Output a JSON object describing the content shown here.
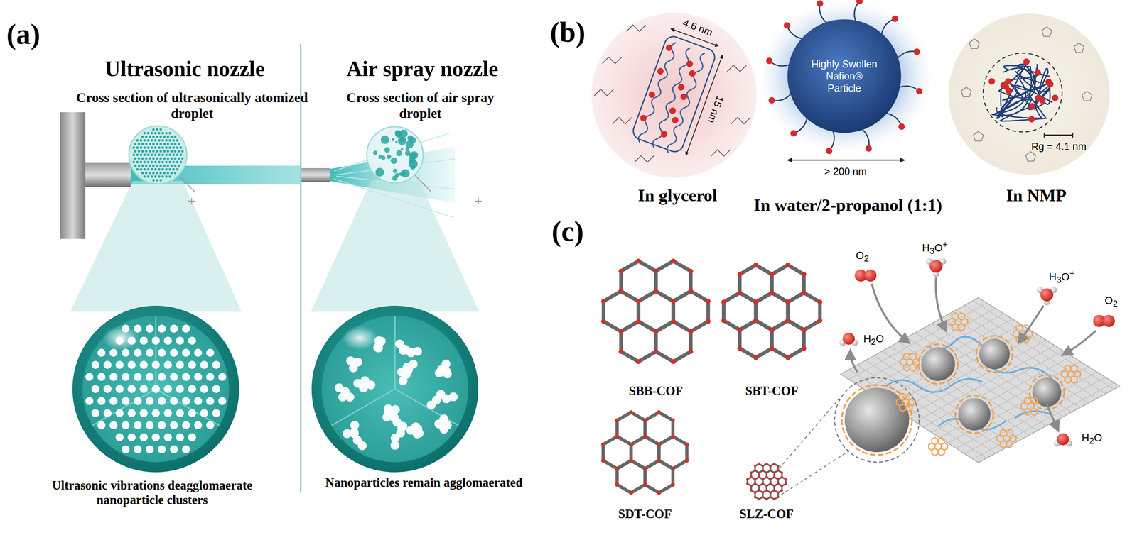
{
  "diagram": {
    "nodes": [
      {
        "text": [
          "Highly Swollen Nafion® Particle"
        ]
      }
    ],
    "labels": [
      "(a)",
      "Ultrasonic nozzle",
      "Air spray nozzle",
      "Cross section of ultrasonically atomized droplet",
      "Cross section of air spray droplet",
      "Ultrasonic vibrations deagglomaerate nanoparticle clusters",
      "Nanoparticles remain agglomaerated",
      "(b)",
      "4.6 nm",
      "15 nm",
      "In glycerol",
      "> 200 nm",
      "In water/2-propanol (1:1)",
      "Rg = 4.1 nm",
      "In NMP",
      "(c)",
      "SBB-COF",
      "SBT-COF",
      "SDT-COF",
      "SLZ-COF",
      "O2",
      "H3O+",
      "H3O+",
      "O2",
      "H2O",
      "H2O"
    ]
  }
}
